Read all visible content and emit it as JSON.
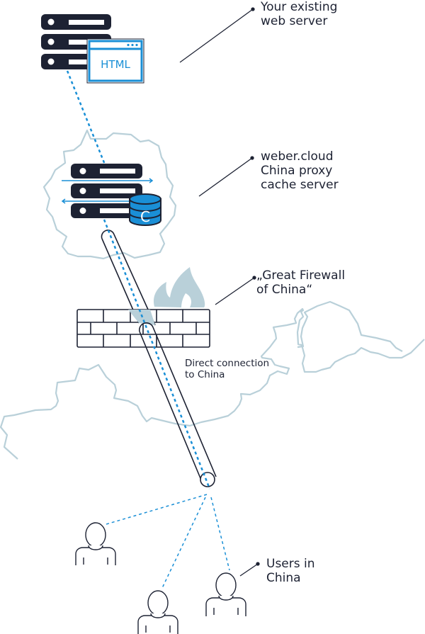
{
  "diagram": {
    "title": "weber.cloud China proxy cache architecture",
    "colors": {
      "dark": "#1d2233",
      "accent": "#1a8fd6",
      "map_outline": "#b9d0d9",
      "flame": "#b9d0d9",
      "white": "#ffffff"
    },
    "labels": {
      "web_server": "Your existing\nweb server",
      "proxy_server": "weber.cloud\nChina proxy\ncache server",
      "firewall": "„Great Firewall\n of China“",
      "connection": "Direct connection\nto China",
      "users": "Users in\nChina"
    },
    "icons": {
      "html_window_text": "HTML",
      "cache_letter": "C"
    },
    "users_count": 3
  }
}
